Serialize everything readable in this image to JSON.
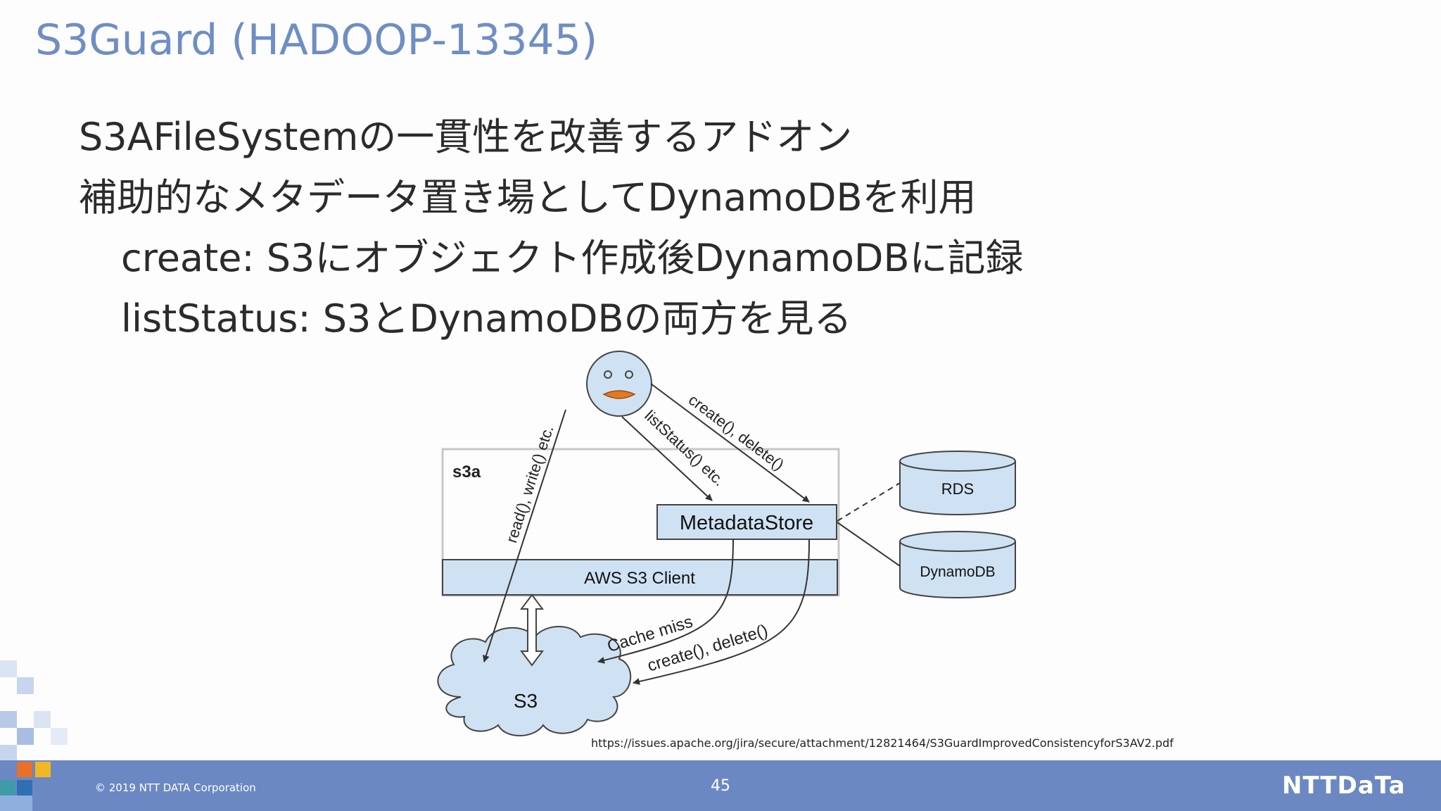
{
  "title": "S3Guard (HADOOP-13345)",
  "bullets": [
    "S3AFileSystemの一貫性を改善するアドオン",
    "補助的なメタデータ置き場としてDynamoDBを利用",
    "create: S3にオブジェクト作成後DynamoDBに記録",
    "listStatus: S3とDynamoDBの両方を見る"
  ],
  "diagram": {
    "s3a_label": "s3a",
    "metadata_store": "MetadataStore",
    "aws_s3_client": "AWS S3 Client",
    "s3": "S3",
    "rds": "RDS",
    "dynamodb": "DynamoDB",
    "arrow_read_write": "read(), write() etc.",
    "arrow_list_status": "listStatus() etc.",
    "arrow_create_delete_top": "create(), delete()",
    "arrow_cache_miss": "Cache miss",
    "arrow_create_delete_bottom": "create(), delete()"
  },
  "source_url": "https://issues.apache.org/jira/secure/attachment/12821464/S3GuardImprovedConsistencyforS3AV2.pdf",
  "footer": {
    "copyright": "© 2019 NTT DATA Corporation",
    "page_number": "45",
    "logo": "NTTDaTa"
  },
  "colors": {
    "title": "#6e8ec4",
    "footer": "#6b88c2",
    "box_fill": "#cfe2f3"
  }
}
